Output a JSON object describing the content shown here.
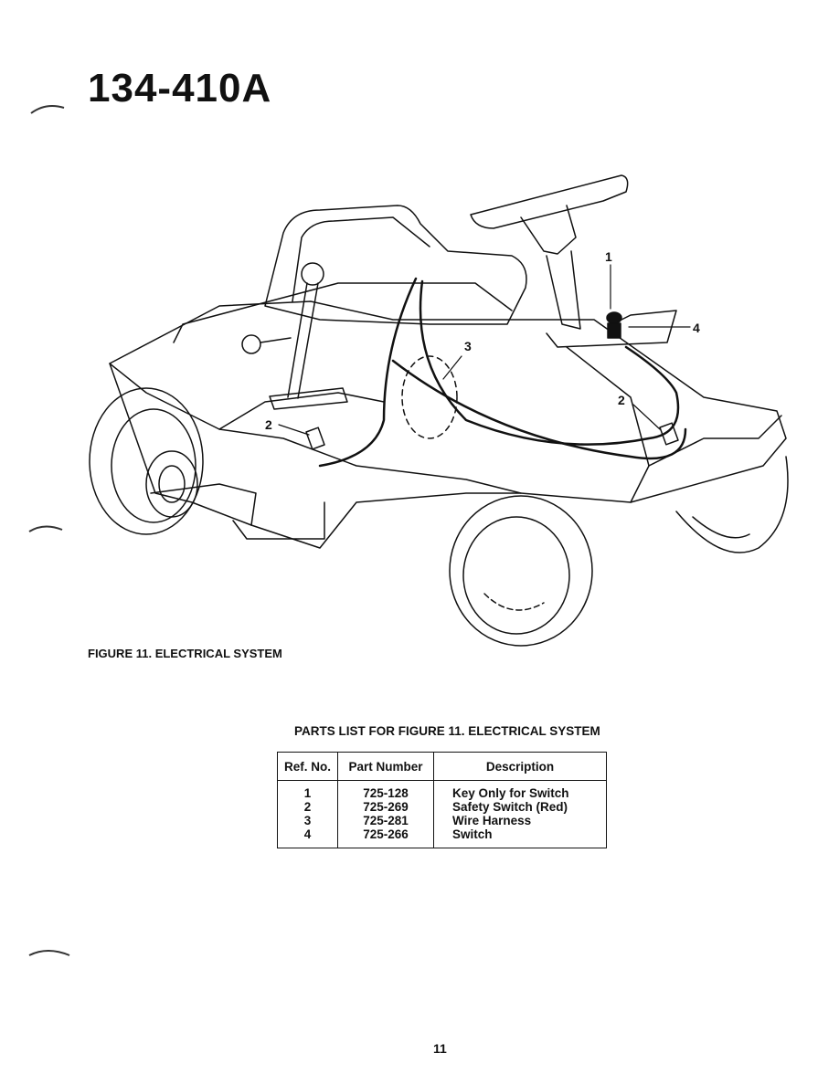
{
  "header": {
    "model_number": "134-410A"
  },
  "figure": {
    "caption": "FIGURE 11. ELECTRICAL SYSTEM",
    "callouts": [
      "1",
      "2",
      "2",
      "3",
      "4"
    ]
  },
  "parts_list": {
    "title": "PARTS LIST FOR FIGURE 11. ELECTRICAL SYSTEM",
    "columns": [
      "Ref. No.",
      "Part Number",
      "Description"
    ],
    "rows": [
      {
        "ref": "1",
        "part_number": "725-128",
        "description": "Key Only for Switch"
      },
      {
        "ref": "2",
        "part_number": "725-269",
        "description": "Safety Switch (Red)"
      },
      {
        "ref": "3",
        "part_number": "725-281",
        "description": "Wire Harness"
      },
      {
        "ref": "4",
        "part_number": "725-266",
        "description": "Switch"
      }
    ]
  },
  "footer": {
    "page_number": "11"
  }
}
